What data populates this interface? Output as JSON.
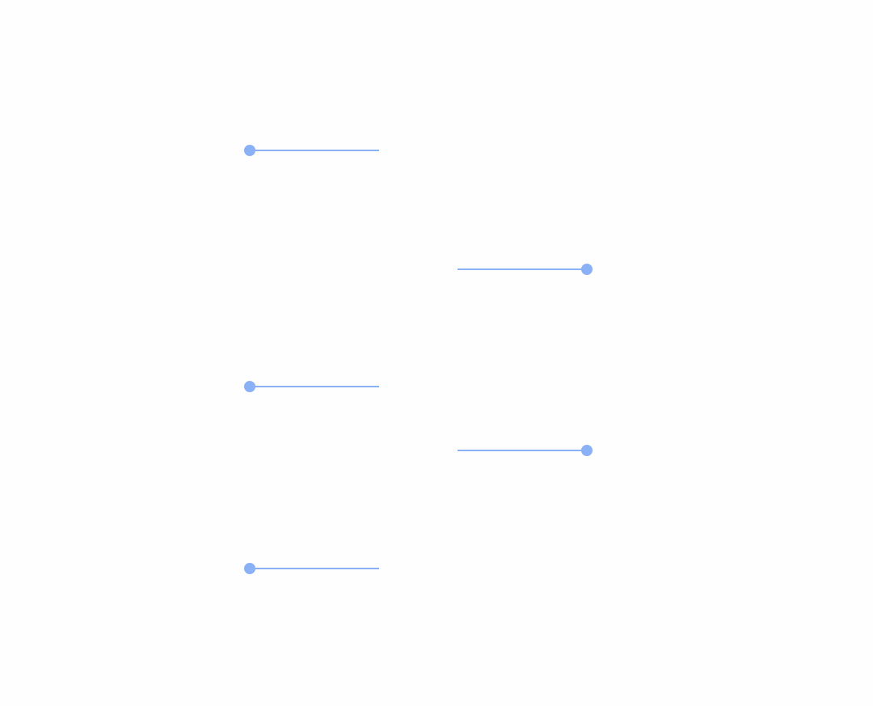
{
  "colors": {
    "accent": "#8ab0f5",
    "background": "#fefefe"
  },
  "timeline": {
    "entries": [
      {
        "side": "left"
      },
      {
        "side": "right"
      },
      {
        "side": "left"
      },
      {
        "side": "right"
      },
      {
        "side": "left"
      }
    ]
  }
}
